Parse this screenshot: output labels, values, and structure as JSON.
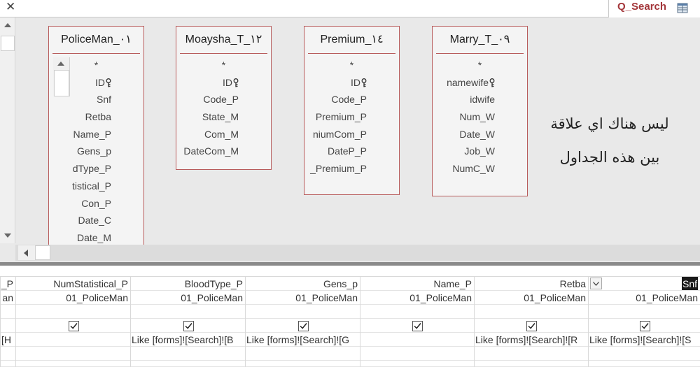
{
  "tab": {
    "close_glyph": "✕",
    "title": "Q_Search",
    "icon": "query-icon"
  },
  "tables": [
    {
      "title": "PoliceMan_٠١",
      "fields": [
        "*",
        "ID",
        "Snf",
        "Retba",
        "Name_P",
        "Gens_p",
        "dType_P",
        "tistical_P",
        "Con_P",
        "Date_C",
        "Date_M"
      ],
      "key_field": "ID"
    },
    {
      "title": "Moaysha_T_١٢",
      "fields": [
        "*",
        "ID",
        "Code_P",
        "State_M",
        "Com_M",
        "DateCom_M"
      ],
      "key_field": "ID"
    },
    {
      "title": "Premium_١٤",
      "fields": [
        "*",
        "ID",
        "Code_P",
        "Premium_P",
        "niumCom_P",
        "DateP_P",
        "_Premium_P"
      ],
      "key_field": "ID"
    },
    {
      "title": "Marry_T_٠٩",
      "fields": [
        "*",
        "namewife",
        "idwife",
        "Num_W",
        "Date_W",
        "Job_W",
        "NumC_W"
      ],
      "key_field": "namewife"
    }
  ],
  "annotation": {
    "line1": "ليس هناك اي علاقة",
    "line2": "بين هذه الجداول"
  },
  "grid": {
    "columns": [
      {
        "field": "_P",
        "table": "an",
        "show": false,
        "criteria": "[H"
      },
      {
        "field": "NumStatistical_P",
        "table": "01_PoliceMan",
        "show": true,
        "criteria": ""
      },
      {
        "field": "BloodType_P",
        "table": "01_PoliceMan",
        "show": true,
        "criteria": "Like [forms]![Search]![B"
      },
      {
        "field": "Gens_p",
        "table": "01_PoliceMan",
        "show": true,
        "criteria": "Like [forms]![Search]![G"
      },
      {
        "field": "Name_P",
        "table": "01_PoliceMan",
        "show": true,
        "criteria": ""
      },
      {
        "field": "Retba",
        "table": "01_PoliceMan",
        "show": true,
        "criteria": "Like [forms]![Search]![R"
      },
      {
        "field": "Snf",
        "table": "01_PoliceMan",
        "show": true,
        "criteria": "Like [forms]![Search]![S"
      }
    ]
  }
}
